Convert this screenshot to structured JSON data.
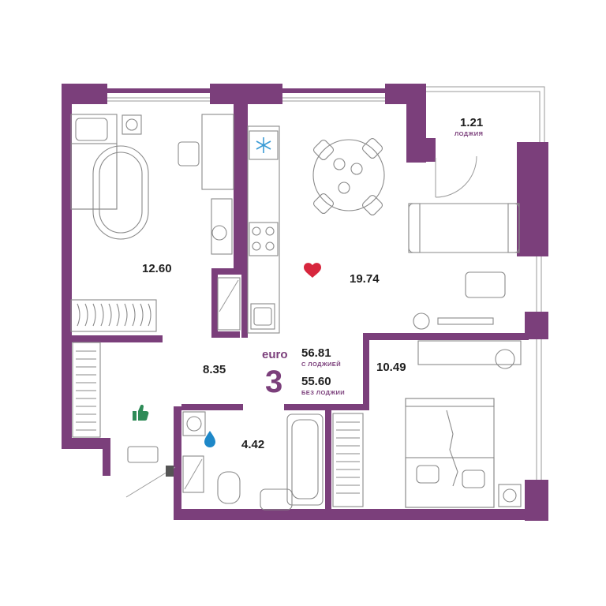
{
  "apartment": {
    "type_label": "euro",
    "rooms_count": "3",
    "total_with_loggia": "56.81",
    "total_with_loggia_caption": "С ЛОДЖИЕЙ",
    "total_without_loggia": "55.60",
    "total_without_loggia_caption": "БЕЗ ЛОДЖИИ"
  },
  "rooms": {
    "bedroom_left": "12.60",
    "kitchen_living": "19.74",
    "hallway": "8.35",
    "bathroom": "4.42",
    "bedroom_right": "10.49",
    "loggia_area": "1.21",
    "loggia_caption": "ЛОДЖИЯ"
  },
  "icons": {
    "heart": "heart-icon",
    "thumbs_up": "thumbs-up-icon",
    "water_drop": "water-drop-icon",
    "snowflake": "snowflake-icon"
  },
  "colors": {
    "wall": "#7b3f7b",
    "heart": "#d7263d",
    "thumbs_up": "#2e8b57",
    "water_drop": "#1e88c8"
  }
}
